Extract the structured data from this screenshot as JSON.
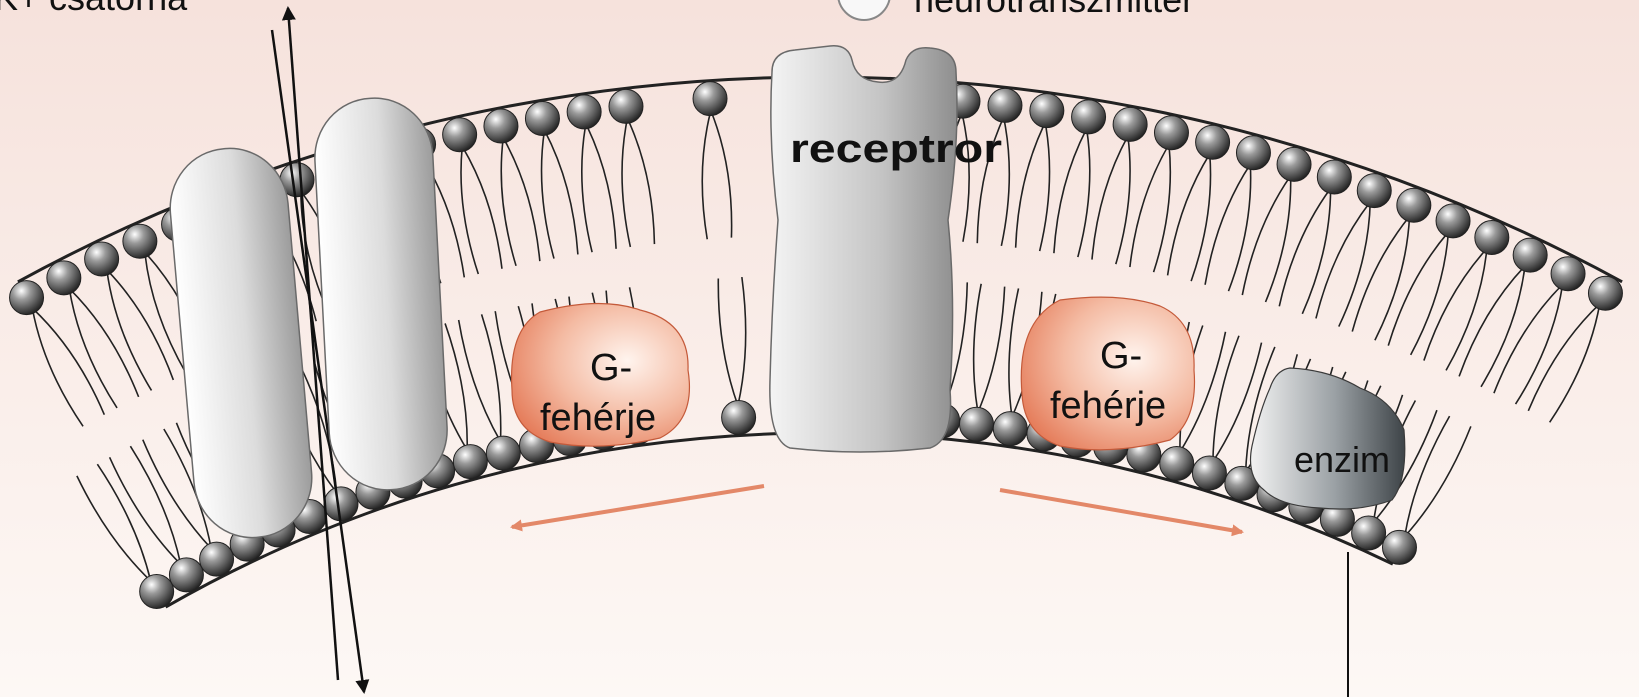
{
  "labels": {
    "channel_top": "K+ csatorna",
    "neurotransmitter": "neurotranszmitter",
    "receptor": "receptror",
    "g_protein_line1": "G-",
    "g_protein_line2": "fehérje",
    "enzyme": "enzim"
  },
  "colors": {
    "background_top": "#f6e4df",
    "background_bottom": "#fdf8f5",
    "lipid_head_dark": "#3a3a3a",
    "protein_grey": "#c9c9c9",
    "g_protein": "#e98565",
    "arrow": "#e38868"
  }
}
